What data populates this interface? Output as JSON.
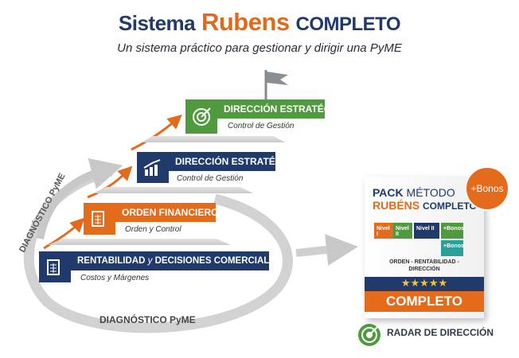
{
  "header": {
    "title_part1": "Sistema",
    "title_part2": "Rubens",
    "title_part3": "COMPLETO",
    "subtitle": "Un sistema práctico para gestionar y dirigir una PyME"
  },
  "steps": [
    {
      "title": "DIRECCIÓN ESTRATÉGICA",
      "subtitle": "Control de Gestión",
      "color": "#4e9a3c",
      "icon": "target-icon"
    },
    {
      "title": "DIRECCIÓN ESTRATÉGICA",
      "subtitle": "Control de Gestión",
      "color": "#1f3a6b",
      "icon": "growth-chart-icon"
    },
    {
      "title": "ORDEN FINANCIERO",
      "subtitle": "Orden y Control",
      "color": "#e46a1c",
      "icon": "calculator-icon"
    },
    {
      "title_bold": "RENTABILIDAD",
      "title_italic": "y",
      "title_rest": "DECISIONES COMERCIALES",
      "subtitle": "Costos y Márgenes",
      "color": "#1f3a6b",
      "icon": "calculator-icon"
    }
  ],
  "cycle": {
    "label_left": "DIAGNÓSTICO PyME",
    "label_bottom": "DIAGNÓSTICO PyME"
  },
  "pack": {
    "line1a": "PACK",
    "line1b": "MÉTODO",
    "line2a": "RUBÉNS",
    "line2b": "COMPLETO",
    "badge": "+Bonos",
    "levels": [
      "Nivel I",
      "Nivel II",
      "Nivel II",
      "+Bonos",
      "+Bonos"
    ],
    "tagline1": "ORDEN - RENTABILIDAD -",
    "tagline2": "DIRECCIÓN",
    "stars": "★★★★★",
    "band": "COMPLETO"
  },
  "footer": {
    "radar_label": "RADAR DE DIRECCIÓN"
  }
}
